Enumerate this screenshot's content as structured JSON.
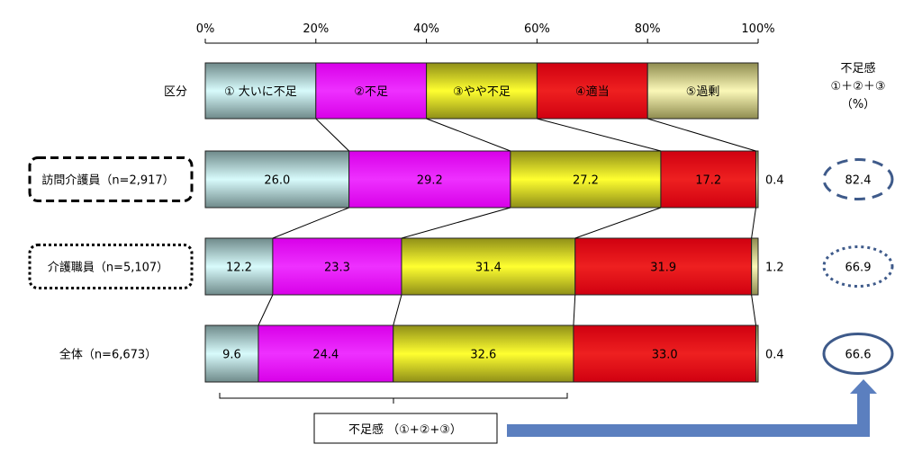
{
  "chart_data": {
    "type": "bar",
    "orientation": "horizontal",
    "stacked": true,
    "percent": true,
    "xlim": [
      0,
      100
    ],
    "x_ticks": [
      "0%",
      "20%",
      "40%",
      "60%",
      "80%",
      "100%"
    ],
    "legend_label": "区分",
    "legend": [
      "① 大いに不足",
      "②不足",
      "③やや不足",
      "④適当",
      "⑤過剰"
    ],
    "categories": [
      "訪問介護員（n=2,917）",
      "介護職員（n=5,107）",
      "全体（n=6,673）"
    ],
    "series": [
      {
        "name": "① 大いに不足",
        "values": [
          26.0,
          12.2,
          9.6
        ]
      },
      {
        "name": "②不足",
        "values": [
          29.2,
          23.3,
          24.4
        ]
      },
      {
        "name": "③やや不足",
        "values": [
          27.2,
          31.4,
          32.6
        ]
      },
      {
        "name": "④適当",
        "values": [
          17.2,
          31.9,
          33.0
        ]
      },
      {
        "name": "⑤過剰",
        "values": [
          0.4,
          1.2,
          0.4
        ]
      }
    ],
    "value_labels": [
      [
        "26.0",
        "29.2",
        "27.2",
        "17.2",
        "0.4"
      ],
      [
        "12.2",
        "23.3",
        "31.4",
        "31.9",
        "1.2"
      ],
      [
        "9.6",
        "24.4",
        "32.6",
        "33.0",
        "0.4"
      ]
    ],
    "shortage_header": [
      "不足感",
      "①＋②＋③",
      "（%）"
    ],
    "shortage_values": [
      "82.4",
      "66.9",
      "66.6"
    ],
    "bracket_label": "不足感 （①+②+③）",
    "colors": [
      "#bfe8ea",
      "#e020f0",
      "#f0f020",
      "#e01010",
      "#e8e4a0"
    ]
  }
}
